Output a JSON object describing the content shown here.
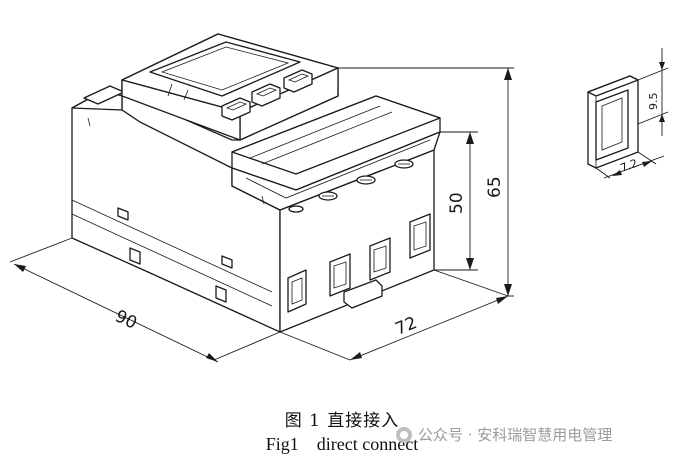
{
  "dimensions": {
    "width_label": "90",
    "depth_label": "72",
    "height_total_label": "65",
    "height_body_label": "50",
    "window_height_label": "9.5",
    "window_width_label": "7.2"
  },
  "caption": {
    "chinese": "图 1  直接接入",
    "english": "Fig1    direct connect"
  },
  "watermark": {
    "text": "公众号 · 安科瑞智慧用电管理",
    "icon": "wechat-icon"
  }
}
